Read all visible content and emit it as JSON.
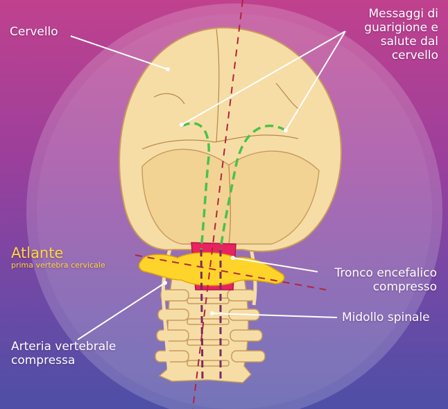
{
  "labels": {
    "cervello": "Cervello",
    "messaggi": [
      "Messaggi di",
      "guarigione e",
      "salute dal",
      "cervello"
    ],
    "atlante_title": "Atlante",
    "atlante_sub": "prima vertebra cervicale",
    "tronco": [
      "Tronco encefalico",
      "compresso"
    ],
    "midollo": "Midollo spinale",
    "arteria": [
      "Arteria vertebrale",
      "compressa"
    ]
  },
  "colors": {
    "bone": "#f6dda6",
    "bone_outline": "#c89a5c",
    "atlas": "#ffd42a",
    "brainstem": "#e8235f",
    "messages_path": "#49c24a",
    "spinal_cord": "#7a2a62",
    "axis_line": "#b0243c"
  }
}
